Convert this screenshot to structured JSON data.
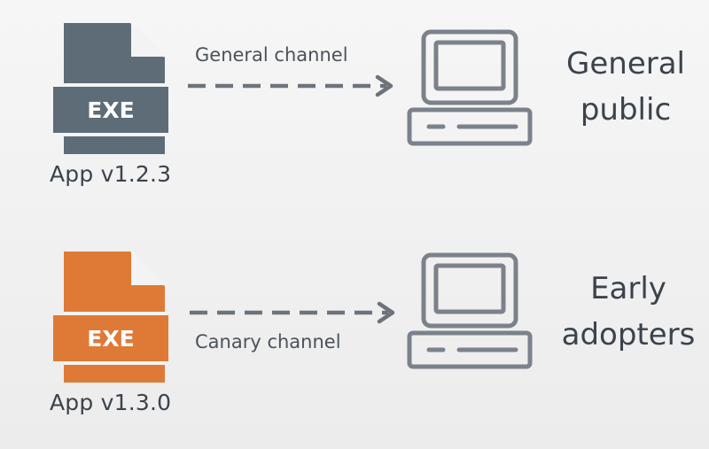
{
  "colors": {
    "general": "#5e6c78",
    "canary": "#df7a36",
    "computer": "#7b828b",
    "arrow": "#6c737b",
    "text": "#3b434d"
  },
  "rows": [
    {
      "file": {
        "badge": "EXE",
        "version": "App v1.2.3",
        "icon": "exe-file-icon-gray"
      },
      "channel": {
        "label": "General channel"
      },
      "audience": {
        "line1": "General",
        "line2": "public",
        "icon": "computer-icon"
      }
    },
    {
      "file": {
        "badge": "EXE",
        "version": "App v1.3.0",
        "icon": "exe-file-icon-orange"
      },
      "channel": {
        "label": "Canary channel"
      },
      "audience": {
        "line1": "Early",
        "line2": "adopters",
        "icon": "computer-icon"
      }
    }
  ]
}
